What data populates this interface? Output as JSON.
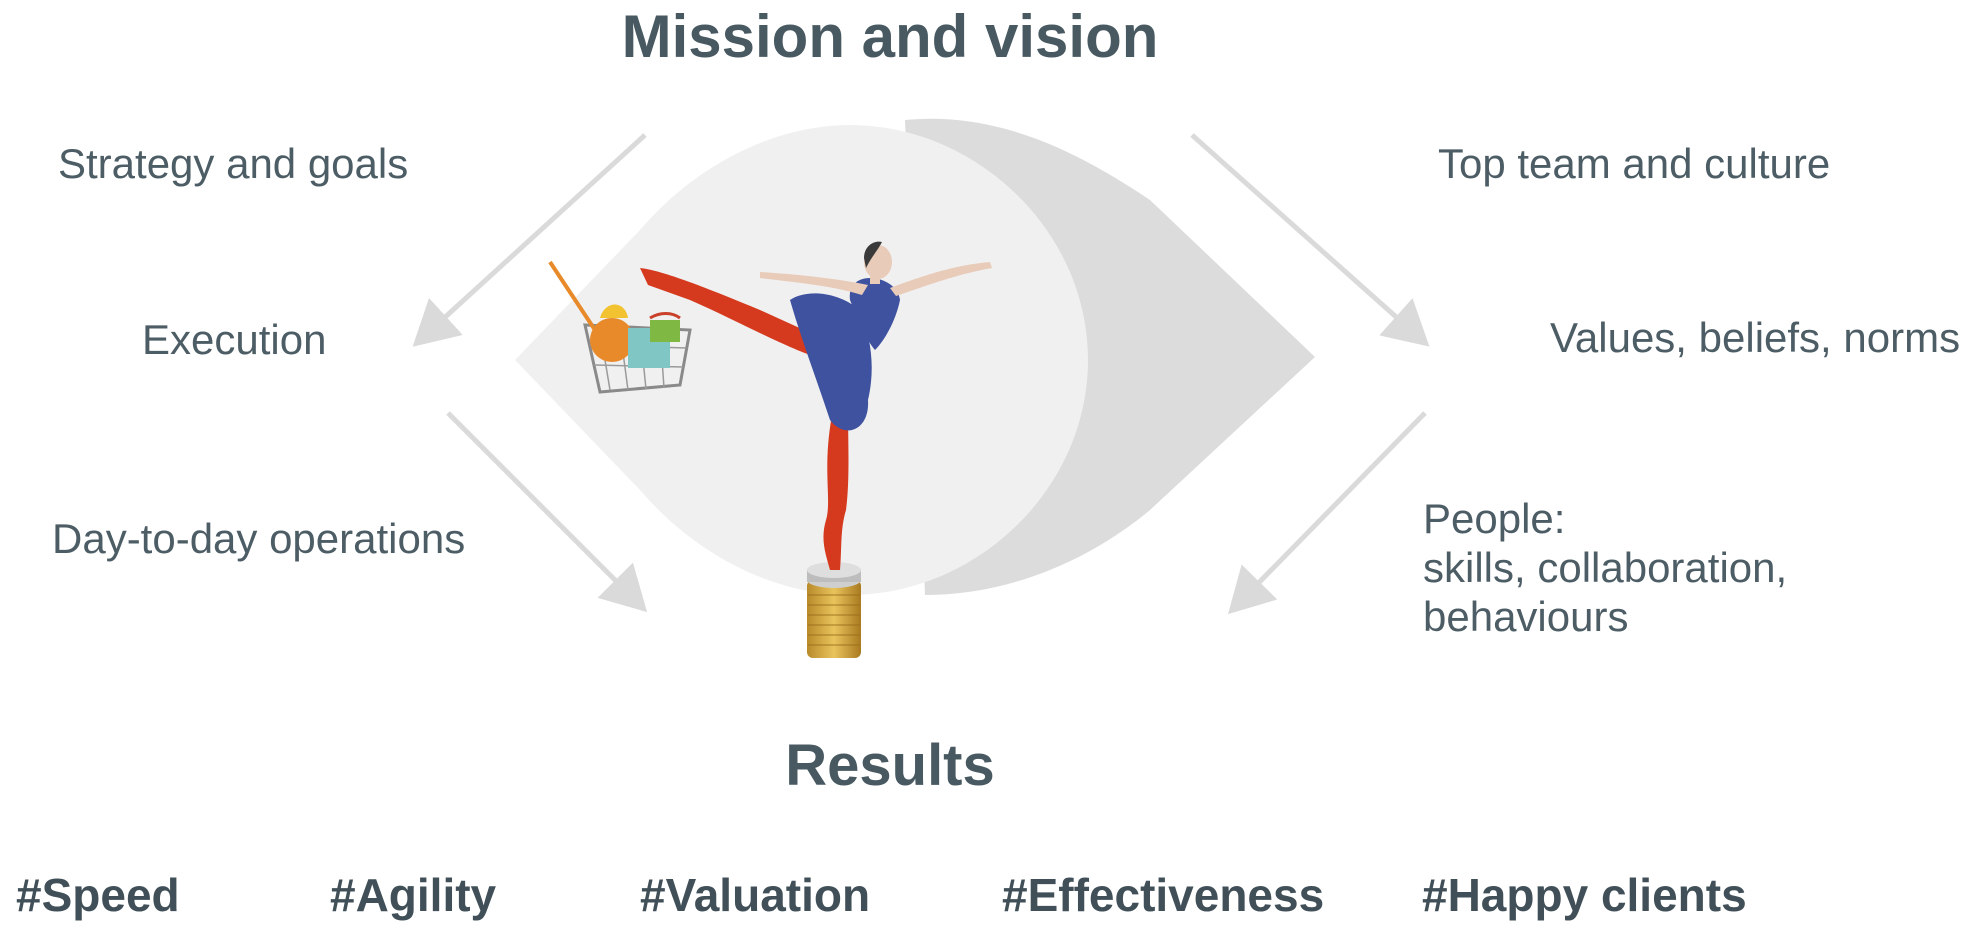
{
  "header": {
    "title": "Mission and vision"
  },
  "left": {
    "strategy": "Strategy and goals",
    "execution": "Execution",
    "operations": "Day-to-day operations"
  },
  "right": {
    "top_team": "Top team and culture",
    "values": "Values, beliefs, norms",
    "people_heading": "People:",
    "people_line1": "skills, collaboration,",
    "people_line2": "behaviours"
  },
  "footer": {
    "results": "Results",
    "hashtags": [
      "#Speed",
      "#Agility",
      "#Valuation",
      "#Effectiveness",
      "#Happy clients"
    ]
  },
  "colors": {
    "text": "#4d5d65",
    "heading": "#485961",
    "arrow": "#dadada",
    "light_circle": "#f0f0f0",
    "dark_shape": "#dcdcdc",
    "tights": "#d63a1e",
    "dress": "#3f52a0"
  },
  "icons": [
    "ballerina-illustration",
    "shopping-basket-icon",
    "coin-stack-icon"
  ]
}
